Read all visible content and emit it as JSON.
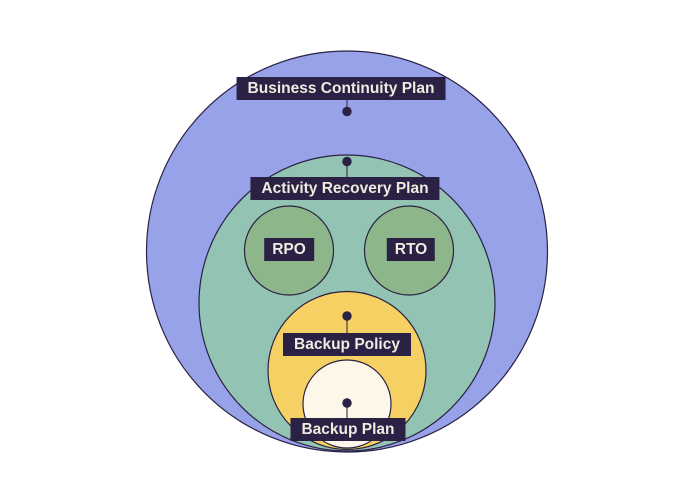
{
  "colors": {
    "background": "#ffffff",
    "label_bg": "#2a2144",
    "label_text": "#f0eae0",
    "outline": "#2a2144",
    "connector": "#38333f"
  },
  "diagram": {
    "layers": [
      {
        "label": "Business Continuity Plan",
        "color": "#98a2e9"
      },
      {
        "label": "Activity Recovery Plan",
        "color": "#93c3b2"
      },
      {
        "label": "RPO",
        "color": "#8db78a"
      },
      {
        "label": "RTO",
        "color": "#8db78a"
      },
      {
        "label": "Backup Policy",
        "color": "#f5d163"
      },
      {
        "label": "Backup Plan",
        "color": "#fdf7ea"
      }
    ]
  }
}
